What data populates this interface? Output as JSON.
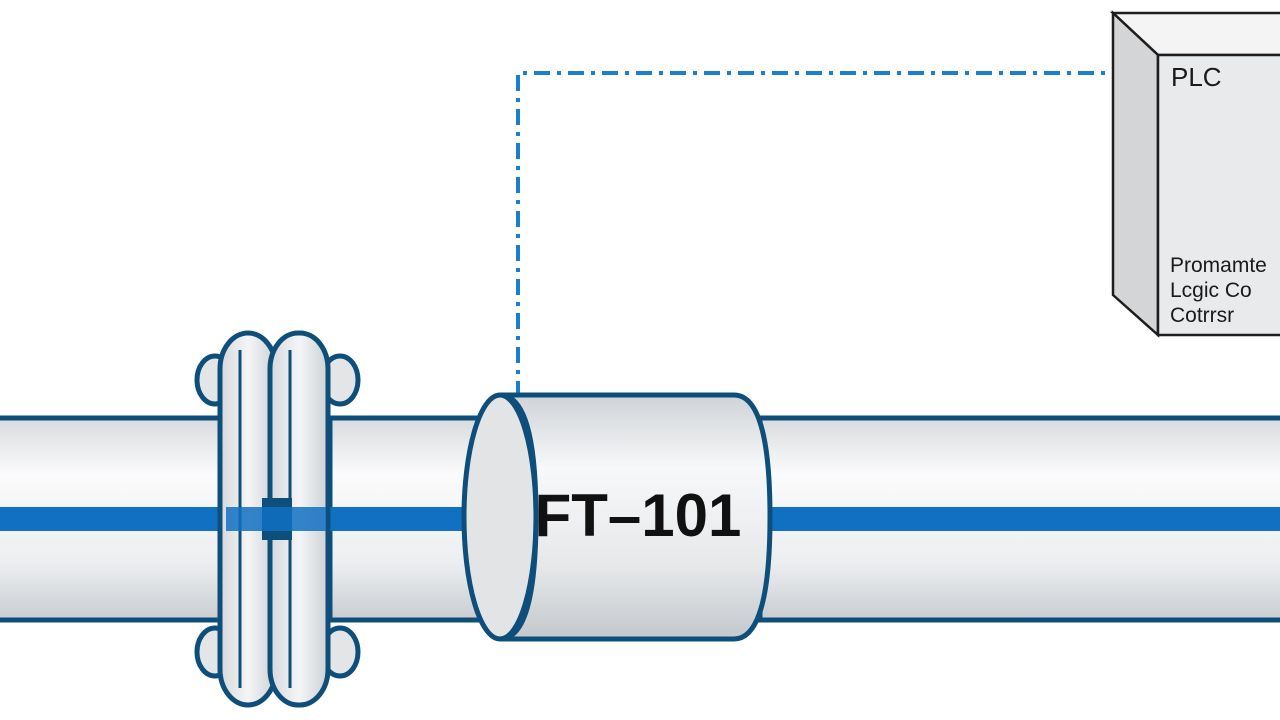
{
  "diagram": {
    "flowmeter": {
      "tag": "FT–101"
    },
    "plc": {
      "title": "PLC",
      "description": [
        "Promamte",
        "Lcgic Co",
        "Cotrrsr"
      ]
    },
    "signal_line": {
      "style": "dash-dot"
    }
  },
  "colors": {
    "outline": "#0d4f7a",
    "accent_stripe": "#1170c2",
    "signal": "#1a7fd1",
    "pipe_fill": "#f1f2f3",
    "pipe_shade": "#d7dadd",
    "box_front": "#e9eaeb",
    "box_side": "#d3d5d7",
    "box_top": "#f4f4f5"
  }
}
